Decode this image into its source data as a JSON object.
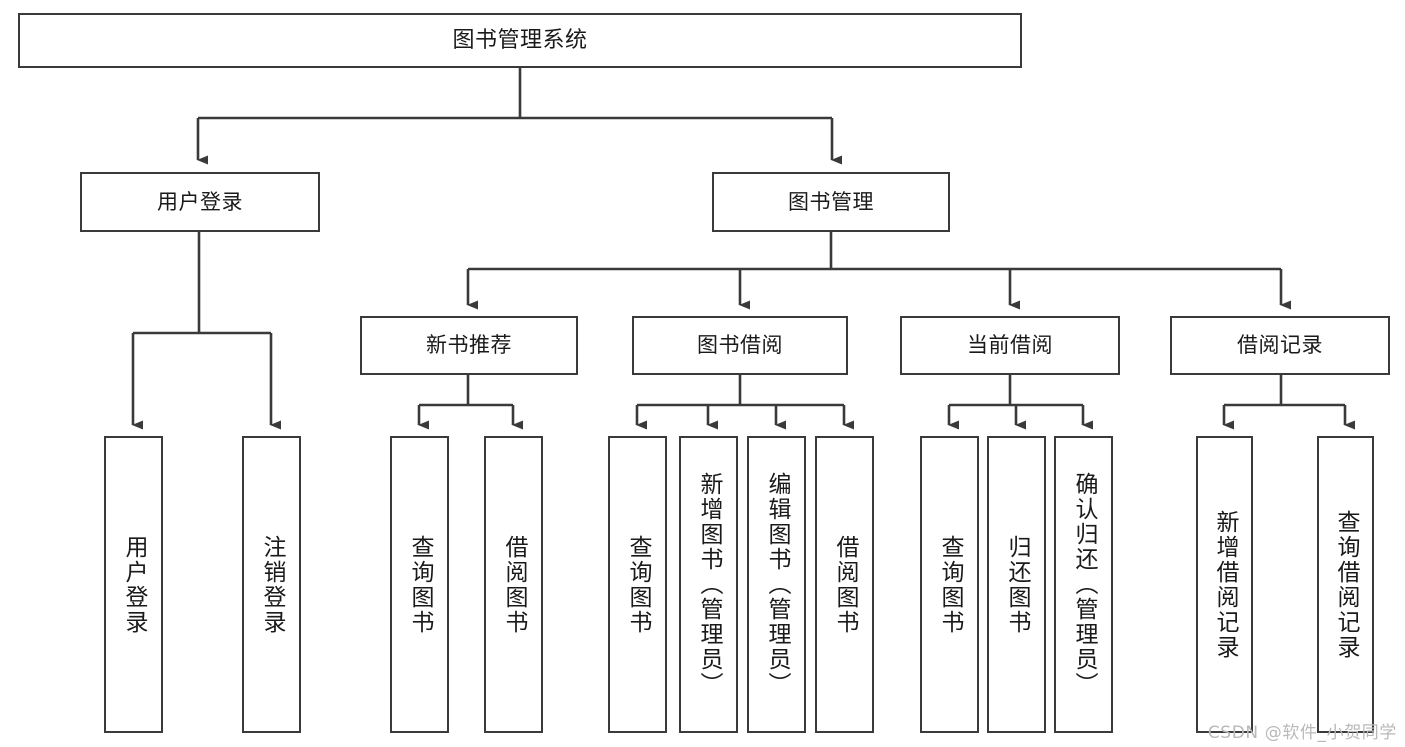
{
  "diagram": {
    "title": "图书管理系统",
    "type": "tree-hierarchy-diagram",
    "colors": {
      "box_border": "#3a3a3a",
      "box_fill": "#ffffff",
      "edge": "#3a3a3a",
      "text": "#1a1a1a",
      "watermark": "#b9b9b9",
      "background": "#ffffff"
    }
  },
  "root": {
    "label": "图书管理系统"
  },
  "level2": [
    {
      "label": "用户登录"
    },
    {
      "label": "图书管理"
    }
  ],
  "level3": [
    {
      "label": "新书推荐"
    },
    {
      "label": "图书借阅"
    },
    {
      "label": "当前借阅"
    },
    {
      "label": "借阅记录"
    }
  ],
  "leaves": {
    "user_login": [
      {
        "label": "用户登录"
      },
      {
        "label": "注销登录"
      }
    ],
    "new_book_recommend": [
      {
        "label": "查询图书"
      },
      {
        "label": "借阅图书"
      }
    ],
    "book_borrow": [
      {
        "label": "查询图书"
      },
      {
        "label": "新增图书（管理员）"
      },
      {
        "label": "编辑图书（管理员）"
      },
      {
        "label": "借阅图书"
      }
    ],
    "current_borrow": [
      {
        "label": "查询图书"
      },
      {
        "label": "归还图书"
      },
      {
        "label": "确认归还（管理员）"
      }
    ],
    "borrow_record": [
      {
        "label": "新增借阅记录"
      },
      {
        "label": "查询借阅记录"
      }
    ]
  },
  "watermark": {
    "text": "CSDN @软件_小贺同学"
  }
}
